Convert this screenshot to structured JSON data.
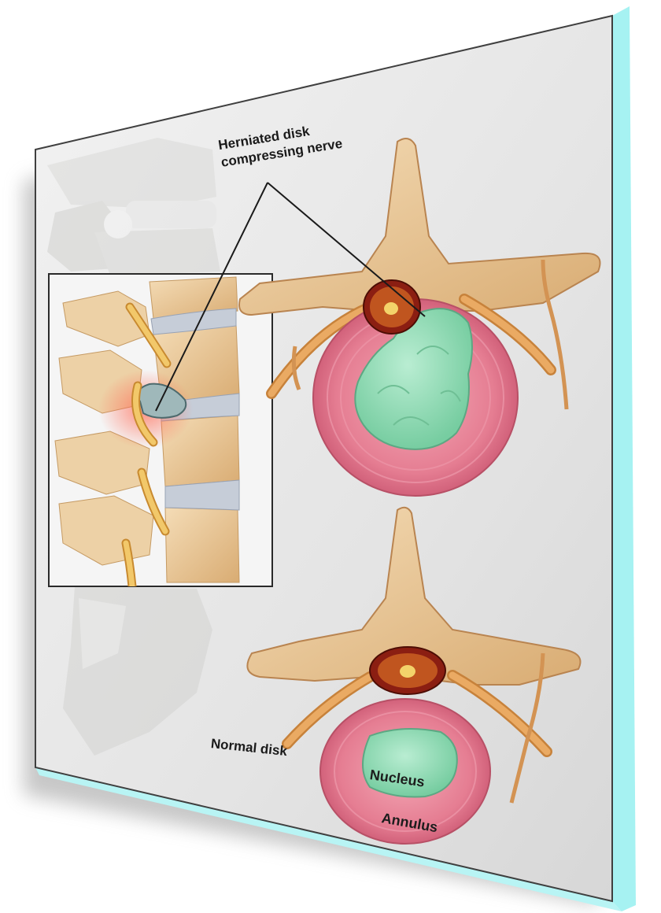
{
  "labels": {
    "herniated_line1": "Herniated disk",
    "herniated_line2": "compressing nerve",
    "normal_disk": "Normal disk",
    "nucleus": "Nucleus",
    "annulus": "Annulus"
  },
  "colors": {
    "frame_accent": "#9ff0f0",
    "bone": "#e9c89a",
    "bone_shadow": "#c99a62",
    "nerve": "#e7a255",
    "annulus": "#e07c91",
    "nucleus": "#8fd9b4",
    "background": "#e8e8e8"
  }
}
